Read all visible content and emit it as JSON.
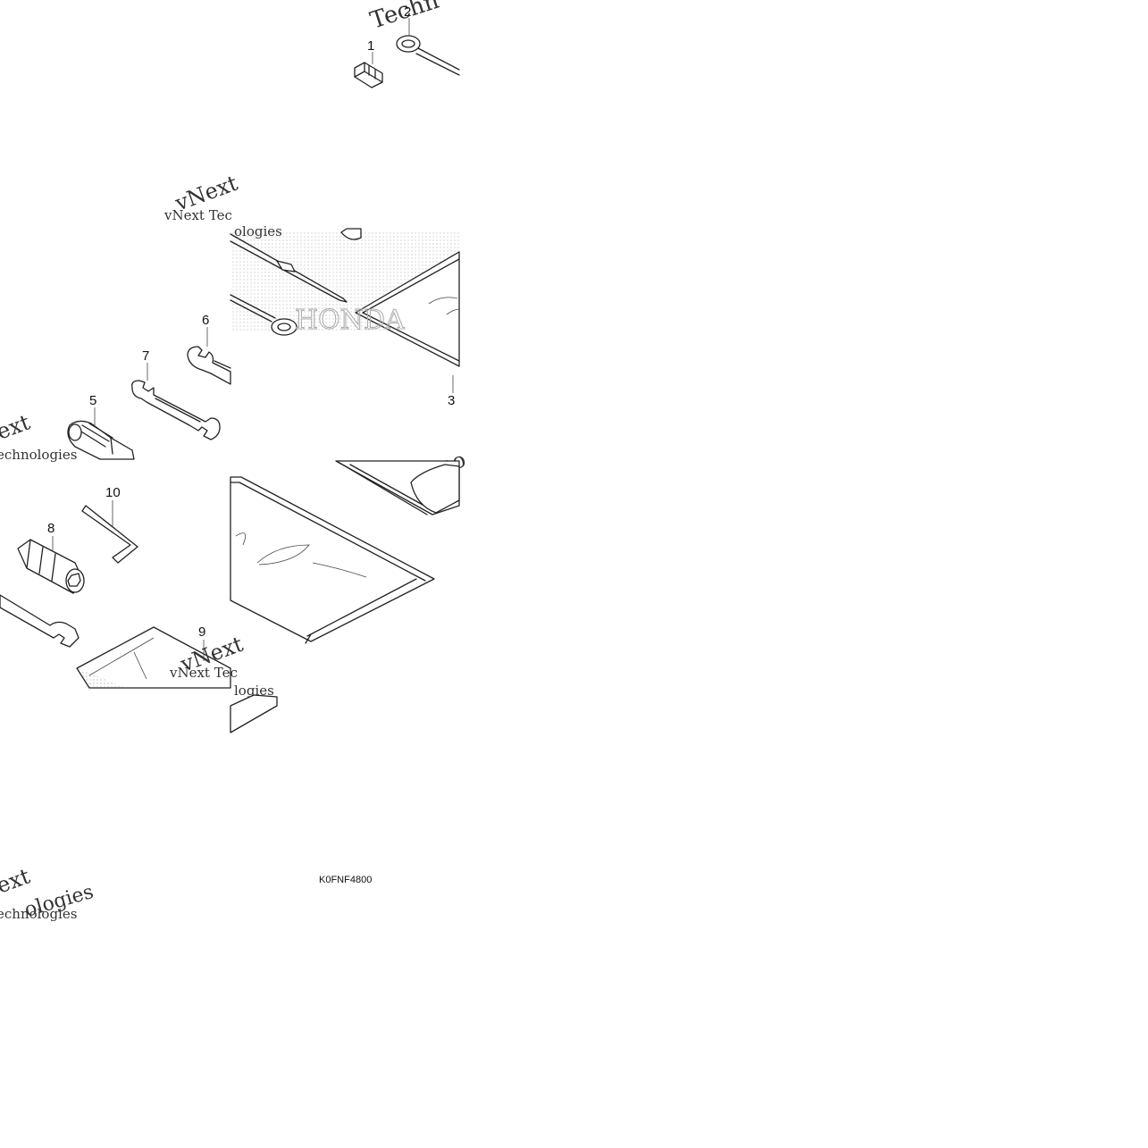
{
  "diagram": {
    "part_code": "K0FNF4800",
    "callouts": [
      {
        "id": "1",
        "label": "1"
      },
      {
        "id": "2",
        "label": "2"
      },
      {
        "id": "3",
        "label": "3"
      },
      {
        "id": "5",
        "label": "5"
      },
      {
        "id": "6",
        "label": "6"
      },
      {
        "id": "7",
        "label": "7"
      },
      {
        "id": "8",
        "label": "8"
      },
      {
        "id": "9",
        "label": "9"
      },
      {
        "id": "10",
        "label": "10"
      }
    ],
    "watermark": {
      "line1": "vNext Tec",
      "line2": "vNext",
      "line3": "Technologies",
      "line4": "Techno",
      "line5": "ext",
      "line6": "echnologies",
      "line7": "ologies",
      "line8": "vNext Tec",
      "line9": "logies",
      "line10": "Techn"
    }
  }
}
